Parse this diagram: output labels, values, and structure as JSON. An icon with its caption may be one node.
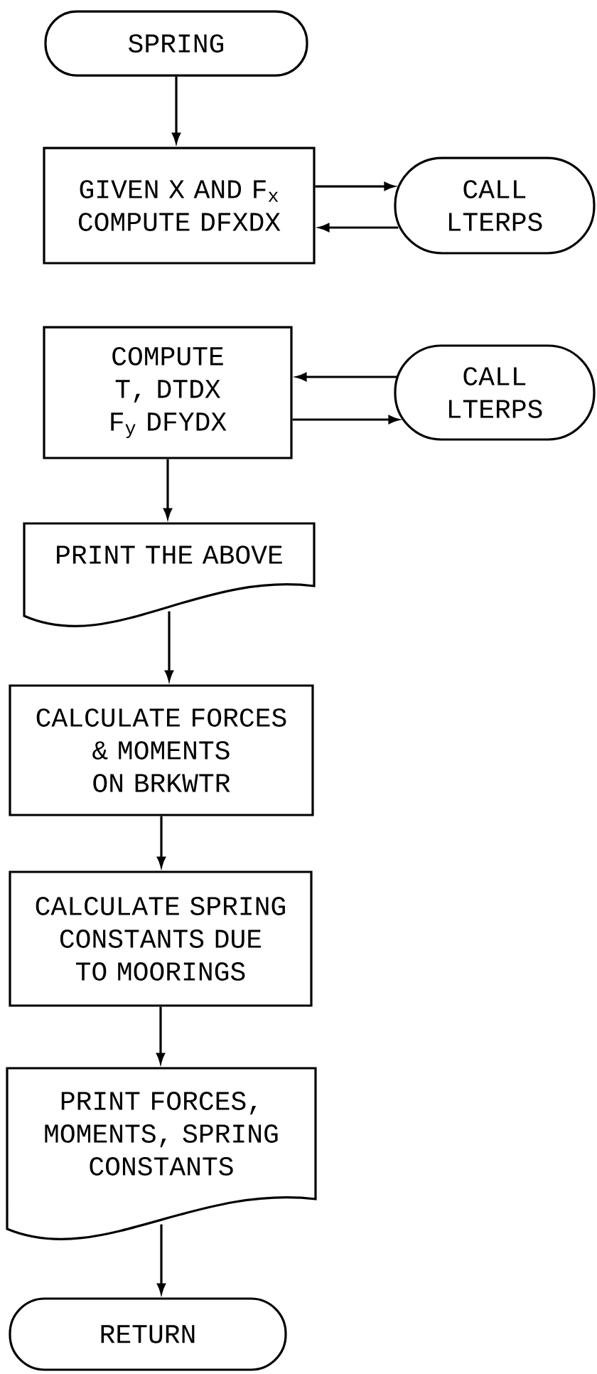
{
  "diagram": {
    "nodes": [
      {
        "text": [
          "SPRING"
        ]
      },
      {
        "text": [
          "GIVEN X AND F$_{x}$ COMPUTE DFXDX"
        ]
      },
      {
        "text": [
          "CALL LTERPS"
        ]
      },
      {
        "text": [
          "COMPUTE T, DTDX F$_{y}$ DFYDX"
        ]
      },
      {
        "text": [
          "CALL LTERPS"
        ]
      },
      {
        "text": [
          "PRINT THE ABOVE"
        ]
      },
      {
        "text": [
          "CALCULATE FORCES & MOMENTS ON BRKWTR"
        ]
      },
      {
        "text": [
          "CALCULATE SPRING CONSTANTS DUE TO MOORINGS"
        ]
      },
      {
        "text": [
          "PRINT FORCES, MOMENTS, SPRING CONSTANTS"
        ]
      },
      {
        "text": [
          "RETURN"
        ]
      }
    ],
    "edges": [
      {
        "from": 0,
        "to": 1,
        "arrow": "to"
      },
      {
        "from": 1,
        "to": 2,
        "arrow": "to"
      },
      {
        "from": 2,
        "to": 1,
        "arrow": "to"
      },
      {
        "from": 4,
        "to": 3,
        "arrow": "to"
      },
      {
        "from": 3,
        "to": 4,
        "arrow": "to"
      },
      {
        "from": 3,
        "to": 5,
        "arrow": "to"
      },
      {
        "from": 5,
        "to": 6,
        "arrow": "to"
      },
      {
        "from": 6,
        "to": 7,
        "arrow": "to"
      },
      {
        "from": 7,
        "to": 8,
        "arrow": "to"
      },
      {
        "from": 8,
        "to": 9,
        "arrow": "to"
      }
    ]
  }
}
